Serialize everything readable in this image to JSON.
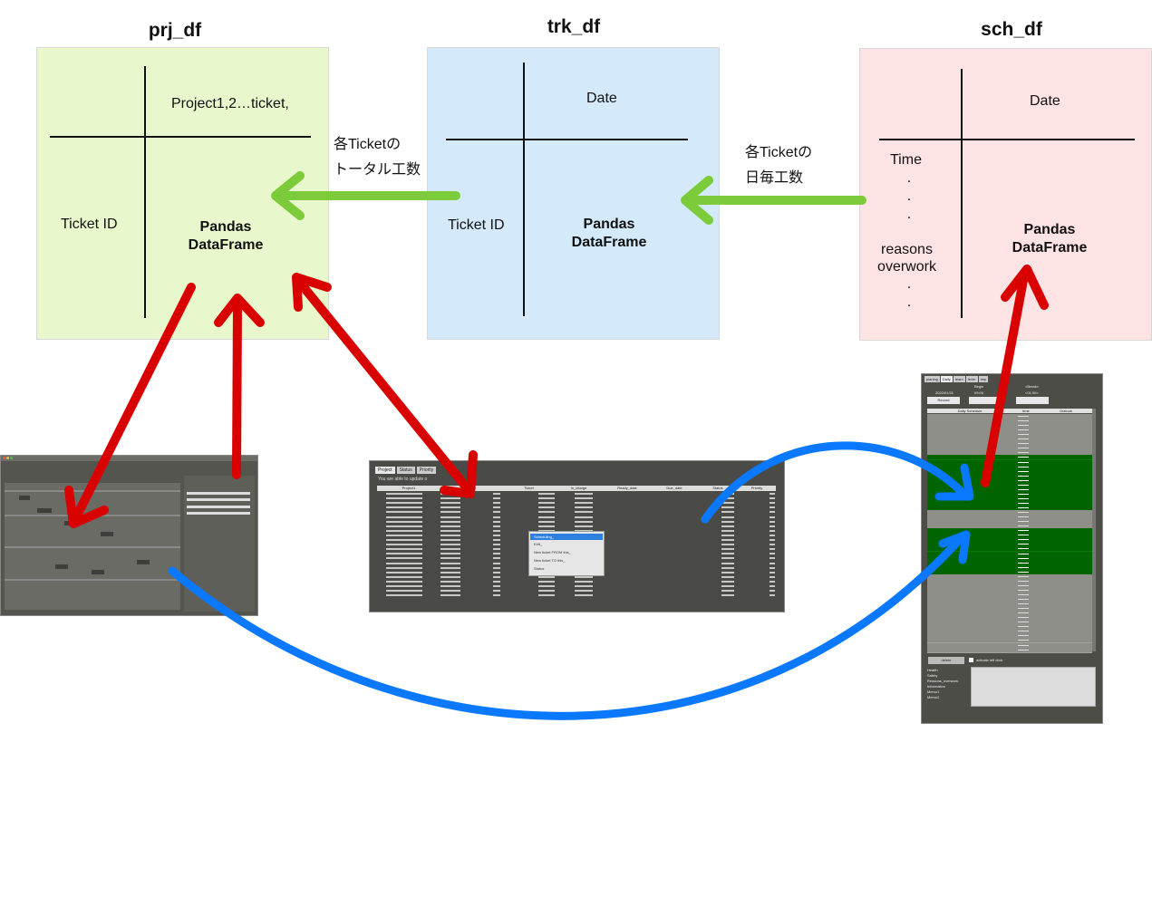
{
  "prj": {
    "title": "prj_df",
    "col_header": "Project1,2…ticket,",
    "row_header": "Ticket ID",
    "center_1": "Pandas",
    "center_2": "DataFrame",
    "bg": "#e8f8cc"
  },
  "trk": {
    "title": "trk_df",
    "col_header": "Date",
    "row_header": "Ticket ID",
    "center_1": "Pandas",
    "center_2": "DataFrame",
    "bg": "#d4eafa"
  },
  "sch": {
    "title": "sch_df",
    "col_header": "Date",
    "row_time": "Time",
    "row_reasons_1": "reasons",
    "row_reasons_2": "overwork",
    "center_1": "Pandas",
    "center_2": "DataFrame",
    "bg": "#fde3e3"
  },
  "annotations": {
    "trk_to_prj_1": "各Ticketの",
    "trk_to_prj_2": "トータル工数",
    "sch_to_trk_1": "各Ticketの",
    "sch_to_trk_2": "日毎工数"
  },
  "colors": {
    "green_arrow": "#7ccb3a",
    "red_arrow": "#d90000",
    "blue_arrow": "#0a78ff"
  },
  "screenshots": {
    "middle": {
      "tabs": [
        "Project",
        "Status",
        "Priority"
      ],
      "note": "You are able to update o",
      "headers": [
        "Project1",
        "Task",
        "Ticket",
        "In_charge",
        "Ready_date",
        "Due_date",
        "Status",
        "Priority"
      ],
      "menu_items": [
        "Scheduling_",
        "Edit_",
        "New ticket FROM this_",
        "New ticket TO this_",
        "Status"
      ]
    },
    "right": {
      "tabs": [
        "planing",
        "Daily",
        "team",
        "fever",
        "tmp"
      ],
      "date": "2022/01/21",
      "begin": "Begin",
      "begin_time": "09:00",
      "break_label": "<Break>",
      "break_time": "<01:00>",
      "record": "Record",
      "col_headers": [
        "Daily Schedule",
        "time",
        "Outlook"
      ],
      "delete": "delete",
      "activate": "activate left click",
      "fields": [
        "Health",
        "Safety",
        "Reasons_overwork",
        "Information",
        "Memo1",
        "Memo2"
      ]
    }
  }
}
